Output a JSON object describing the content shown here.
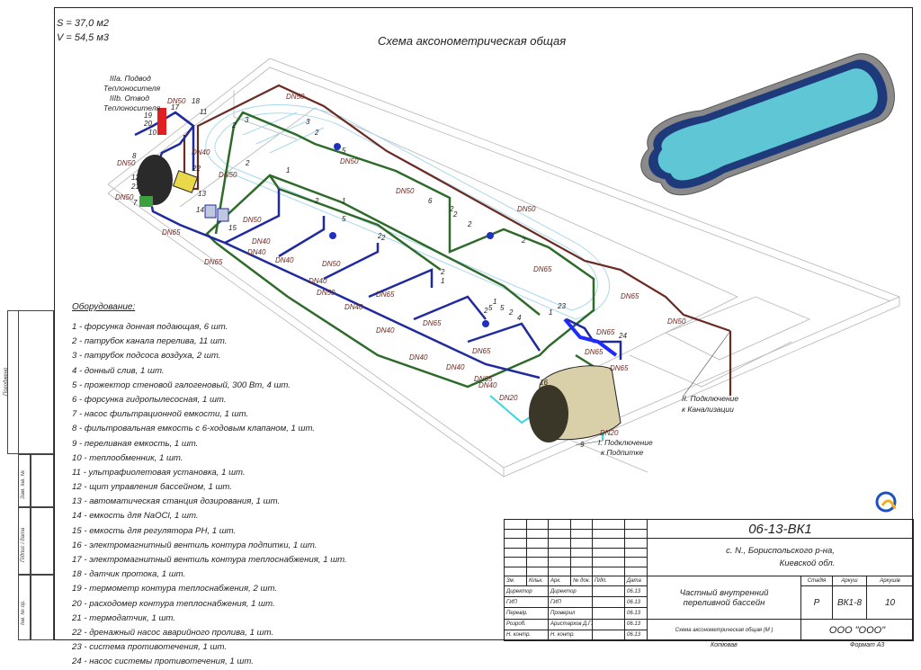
{
  "header": {
    "area": "S = 37,0 м2",
    "volume": "V = 54,5 м3",
    "title": "Схема аксонометрическая общая"
  },
  "callouts": {
    "heat_in": "IIIa. Подвод",
    "heat_in2": "Теплоносителя",
    "heat_out": "IIIb. Отвод",
    "heat_out2": "Теплоносителя",
    "sewer1": "II. Подключение",
    "sewer2": "к Канализации",
    "makeup1": "I. Подключение",
    "makeup2": "к Подпитке"
  },
  "dn_labels": [
    "DN50",
    "DN50",
    "DN50",
    "DN50",
    "DN50",
    "DN65",
    "DN65",
    "DN50",
    "DN40",
    "DN50",
    "DN50",
    "DN50",
    "DN65",
    "DN65",
    "DN50",
    "DN40",
    "DN40",
    "DN40",
    "DN50",
    "DN40",
    "DN50",
    "DN40",
    "DN65",
    "DN65",
    "DN40",
    "DN40",
    "DN40",
    "DN65",
    "DN65",
    "DN40",
    "DN20",
    "DN65",
    "DN65",
    "DN20",
    "DN65"
  ],
  "num_labels": [
    "19",
    "20",
    "10",
    "17",
    "18",
    "11",
    "8",
    "12",
    "21",
    "7",
    "22",
    "13",
    "14",
    "15",
    "3",
    "2",
    "3",
    "2",
    "5",
    "1",
    "2",
    "2",
    "1",
    "5",
    "2",
    "6",
    "2",
    "2",
    "2",
    "5",
    "2",
    "2",
    "1",
    "1",
    "2",
    "5",
    "4",
    "23",
    "24",
    "16",
    "9",
    "1",
    "2",
    "2"
  ],
  "equipment": {
    "heading": "Оборудование:",
    "items": [
      "1 - форсунка донная подающая, 6 шт.",
      "2 - патрубок канала перелива, 11 шт.",
      "3 - патрубок подсоса воздуха, 2 шт.",
      "4 - донный слив, 1 шт.",
      "5 - прожектор стеновой галогеновый, 300 Вт, 4 шт.",
      "6 - форсунка гидропылесосная, 1 шт.",
      "7 - насос фильтрационной емкости, 1 шт.",
      "8 - фильтровальная емкость с 6-ходовым клапаном, 1 шт.",
      "9 - переливная емкость, 1 шт.",
      "10 - теплообменник, 1 шт.",
      "11 - ультрафиолетовая установка, 1 шт.",
      "12 - щит управления бассейном, 1 шт.",
      "13 - автоматическая станция дозирования, 1 шт.",
      "14 - емкость для NaOCl, 1 шт.",
      "15 - емкость для регулятора PH, 1 шт.",
      "16 - электромагнитный вентиль контура подпитки, 1 шт.",
      "17 - электромагнитный вентиль контура теплоснабжения, 1 шт.",
      "18 - датчик протока, 1 шт.",
      "19 - термометр контура теплоснабжения, 2 шт.",
      "20 - расходомер контура теплоснабжения, 1 шт.",
      "21 - термодатчик, 1 шт.",
      "22 - дренажный насос аварийного пролива, 1 шт.",
      "23 - система противотечения, 1 шт.",
      "24 - насос системы противотечения, 1 шт."
    ]
  },
  "side_strip": {
    "pogodzheno": "Погоджено",
    "zam_inv": "Зам. інв. №",
    "pidpys": "Підпис і дата",
    "inv_orig": "Інв. № ор."
  },
  "title_block": {
    "code": "06-13-ВК1",
    "address1": "с. N., Бориспольского р-на,",
    "address2": "Киевской обл.",
    "headers": [
      "Зм.",
      "Кільк.",
      "Арк.",
      "№ док.",
      "Підп.",
      "Дата"
    ],
    "roles": [
      {
        "role": "Директор",
        "name": "Директор",
        "date": "06.13"
      },
      {
        "role": "ГИП",
        "name": "ГИП",
        "date": "06.13"
      },
      {
        "role": "Перевір.",
        "name": "Проверил",
        "date": "06.13"
      },
      {
        "role": "Розроб.",
        "name": "Аристархов Д.Г.",
        "date": "06.13"
      },
      {
        "role": "Н. контр.",
        "name": "Н. контр.",
        "date": "06.13"
      }
    ],
    "project": "Частный внутренний переливной бассейн",
    "stage_h": "Стадія",
    "sheet_h": "Аркуш",
    "sheets_h": "Аркушів",
    "stage": "Р",
    "sheet": "ВК1-8",
    "sheets": "10",
    "drawing": "Схема аксонометрическая общая (М )",
    "company": "ООО \"ООО\""
  },
  "footer": {
    "copied": "Копіював",
    "format": "Формат А3"
  },
  "colors": {
    "green": "#2e6b2a",
    "blue": "#1f2a9e",
    "brown": "#6b2a22",
    "cyan": "#38d7e0",
    "water": "#5fc6d6"
  }
}
